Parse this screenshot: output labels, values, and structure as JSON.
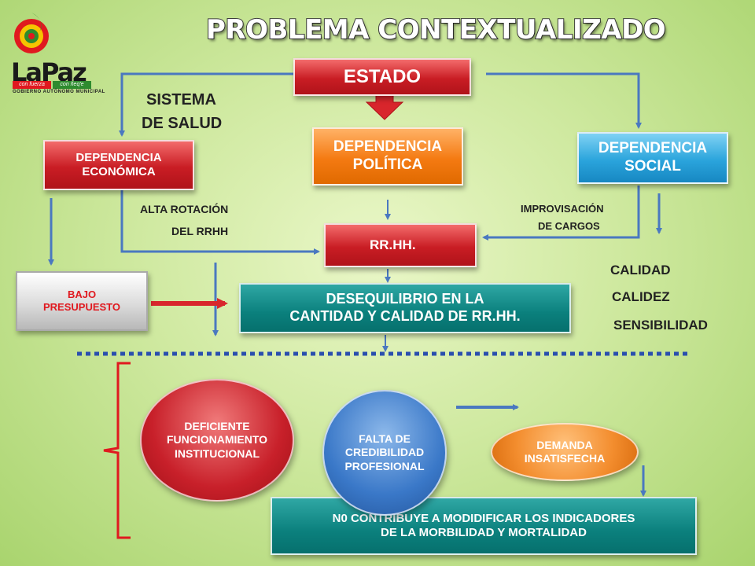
{
  "title": "PROBLEMA CONTEXTUALIZADO",
  "logo": {
    "name": "LaPaz",
    "tag_left": "con fuerza",
    "tag_right": "con ñeq'e",
    "subtitle": "GOBIERNO AUTÓNOMO MUNICIPAL"
  },
  "boxes": {
    "estado": "ESTADO",
    "dep_economica": [
      "DEPENDENCIA",
      "ECONÓMICA"
    ],
    "dep_politica": [
      "DEPENDENCIA",
      "POLÍTICA"
    ],
    "dep_social": [
      "DEPENDENCIA",
      "SOCIAL"
    ],
    "rrhh": "RR.HH.",
    "bajo_presupuesto": [
      "BAJO",
      "PRESUPUESTO"
    ],
    "desequilibrio": [
      "DESEQUILIBRIO EN LA",
      "CANTIDAD Y CALIDAD  DE  RR.HH."
    ],
    "no_contribuye": [
      "N0 CONTRIBUYE A MODIDIFICAR LOS  INDICADORES",
      "DE LA MORBILIDAD Y  MORTALIDAD"
    ]
  },
  "ovals": {
    "deficiente": [
      "DEFICIENTE",
      "FUNCIONAMIENTO",
      "INSTITUCIONAL"
    ],
    "falta": [
      "FALTA DE",
      "CREDIBILIDAD",
      "PROFESIONAL"
    ],
    "demanda": [
      "DEMANDA",
      "INSATISFECHA"
    ]
  },
  "labels": {
    "sistema_1": "SISTEMA",
    "sistema_2": "DE SALUD",
    "alta_1": "ALTA ROTACIÓN",
    "alta_2": "DEL RRHH",
    "improv_1": "IMPROVISACIÓN",
    "improv_2": "DE CARGOS",
    "calidad": "CALIDAD",
    "calidez": "CALIDEZ",
    "sensibilidad": "SENSIBILIDAD"
  },
  "colors": {
    "connector": "#4a78c0",
    "dotted_divider": "#2a4fae",
    "brace": "#e0191f",
    "red_arrow": "#d8262c"
  }
}
